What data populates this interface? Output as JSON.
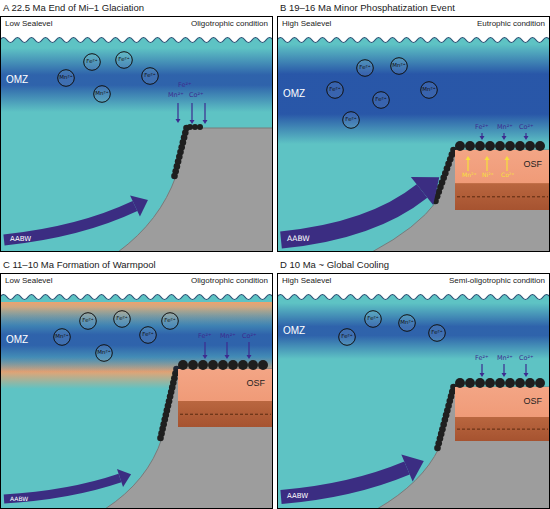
{
  "diagram": {
    "nodes": [
      {
        "text": [
          "A 22.5 Ma End of Mi–1 Glaciation",
          "Low Sealevel",
          "Oligotrophic condition"
        ]
      },
      {
        "text": [
          "OMZ"
        ],
        "in": 0
      },
      {
        "text": [
          "Fe²⁺"
        ],
        "in": 1
      },
      {
        "text": [
          "Fe²⁺"
        ],
        "in": 1
      },
      {
        "text": [
          "Mn²⁺"
        ],
        "in": 1
      },
      {
        "text": [
          "Fe²⁺"
        ],
        "in": 1
      },
      {
        "text": [
          "Mn²⁺"
        ],
        "in": 1
      },
      {
        "text": [
          "B 19–16 Ma Minor Phosphatization Event",
          "High Sealevel",
          "Eutrophic condition"
        ]
      },
      {
        "text": [
          "OMZ"
        ],
        "in": 7
      },
      {
        "text": [
          "Fe²⁺"
        ],
        "in": 8
      },
      {
        "text": [
          "Mn²⁺"
        ],
        "in": 8
      },
      {
        "text": [
          "Fe²⁺"
        ],
        "in": 8
      },
      {
        "text": [
          "Fe²⁺"
        ],
        "in": 8
      },
      {
        "text": [
          "Mn²⁺"
        ],
        "in": 8
      },
      {
        "text": [
          "Fe²⁺"
        ],
        "in": 8
      },
      {
        "text": [
          "OSF"
        ],
        "in": 7
      },
      {
        "text": [
          "C 11–10 Ma Formation of Warmpool",
          "Low Sealevel",
          "Oligotrophic condition"
        ]
      },
      {
        "text": [
          "OMZ"
        ],
        "in": 16
      },
      {
        "text": [
          "Fe²⁺"
        ],
        "in": 17
      },
      {
        "text": [
          "Fe²⁺"
        ],
        "in": 17
      },
      {
        "text": [
          "Mn²⁺"
        ],
        "in": 17
      },
      {
        "text": [
          "Fe²⁺"
        ],
        "in": 17
      },
      {
        "text": [
          "Mn²⁺"
        ],
        "in": 17
      },
      {
        "text": [
          "Fe²⁺"
        ],
        "in": 17
      },
      {
        "text": [
          "OSF"
        ],
        "in": 16
      },
      {
        "text": [
          "D 10 Ma ~ Global Cooling",
          "High Sealevel",
          "Semi-oligotrophic condition"
        ]
      },
      {
        "text": [
          "OMZ"
        ],
        "in": 25
      },
      {
        "text": [
          "Fe²⁺"
        ],
        "in": 26
      },
      {
        "text": [
          "Mn²⁺"
        ],
        "in": 26
      },
      {
        "text": [
          "Fe²⁺"
        ],
        "in": 26
      },
      {
        "text": [
          "Fe²⁺"
        ],
        "in": 26
      },
      {
        "text": [
          "OSF"
        ],
        "in": 25
      }
    ],
    "labels": [
      "Fe²⁺",
      "Mn²⁺",
      "Co²⁺",
      "AABW",
      "Fe²⁺",
      "Mn²⁺",
      "Co²⁺",
      "Mn²⁺",
      "Ni²⁺",
      "Co²⁺",
      "AABW",
      "Fe²⁺",
      "Mn²⁺",
      "Co²⁺",
      "AABW",
      "Fe²⁺",
      "Mn²⁺",
      "Co²⁺",
      "AABW"
    ]
  }
}
